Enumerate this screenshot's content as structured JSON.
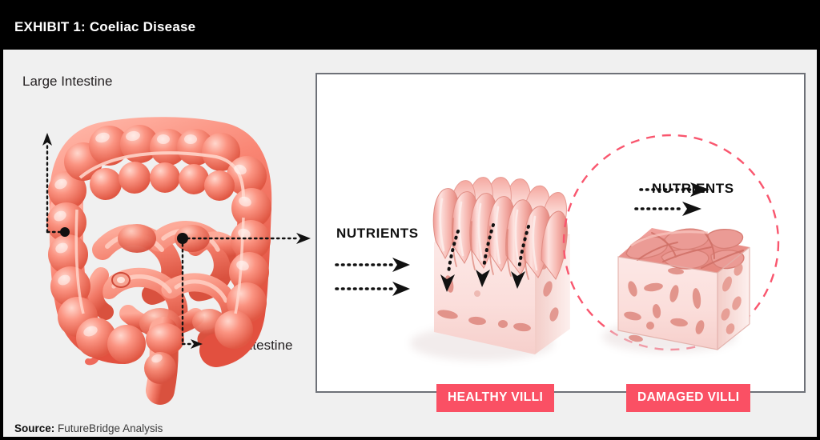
{
  "header": {
    "title": "EXHIBIT 1: Coeliac Disease",
    "background_color": "#000000",
    "text_color": "#ffffff"
  },
  "canvas": {
    "background_color": "#f0f0f0"
  },
  "anatomy": {
    "label_large_intestine": "Large Intestine",
    "label_small_intestine": "Small Intestine",
    "organ_name": "intestines-illustration",
    "colon_color": "#f4725f",
    "small_intestine_color": "#ef6a5c",
    "appendix_color": "#f2c14a"
  },
  "panel": {
    "border_color": "#6e7178",
    "background_color": "#ffffff",
    "left_diagram": {
      "nutrients_label": "NUTRIENTS",
      "badge_label": "HEALTHY VILLI",
      "badge_color": "#fa5064",
      "badge_text_color": "#ffffff",
      "arrow_count_incoming": 2,
      "arrow_count_absorbing": 3,
      "tissue_name": "healthy-villi-tissue-block"
    },
    "right_diagram": {
      "nutrients_label": "NUTRIENTS",
      "badge_label": "DAMAGED VILLI",
      "badge_color": "#fa5064",
      "badge_text_color": "#ffffff",
      "arrow_count_passing": 2,
      "highlight_circle_color": "#f9566e",
      "highlight_circle_style": "dashed",
      "tissue_name": "damaged-villi-tissue-block"
    }
  },
  "footer": {
    "source_label": "Source:",
    "source_value": " FutureBridge Analysis"
  }
}
